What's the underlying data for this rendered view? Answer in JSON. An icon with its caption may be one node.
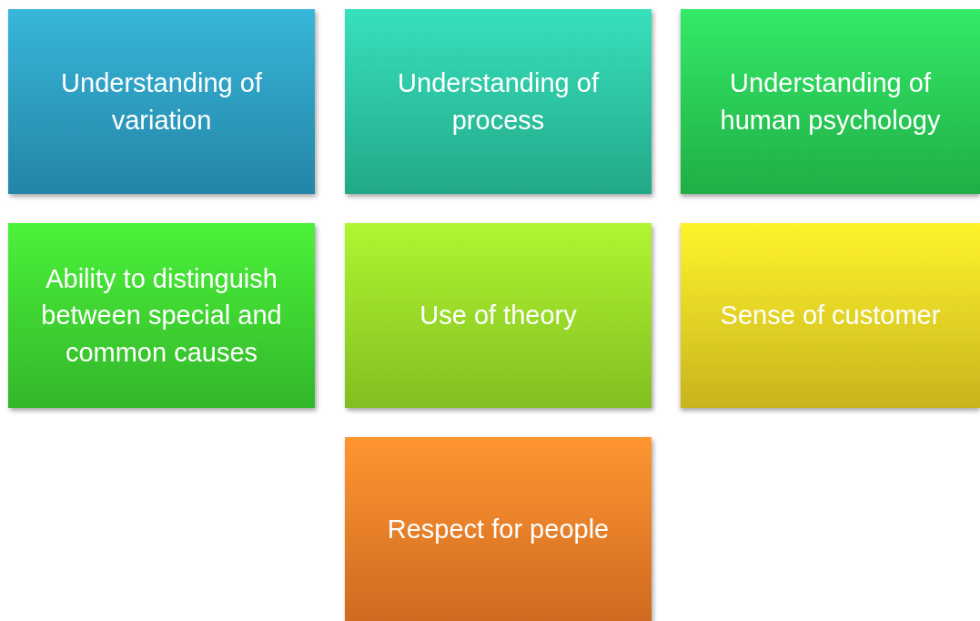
{
  "diagram": {
    "nodes": [
      {
        "text": [
          "Understanding of variation"
        ]
      },
      {
        "text": [
          "Understanding of process"
        ]
      },
      {
        "text": [
          "Understanding of human psychology"
        ]
      },
      {
        "text": [
          "Ability to distinguish between special and common causes"
        ]
      },
      {
        "text": [
          "Use of theory"
        ]
      },
      {
        "text": [
          "Sense of customer"
        ]
      },
      {
        "text": [
          "Respect for people"
        ]
      }
    ]
  }
}
